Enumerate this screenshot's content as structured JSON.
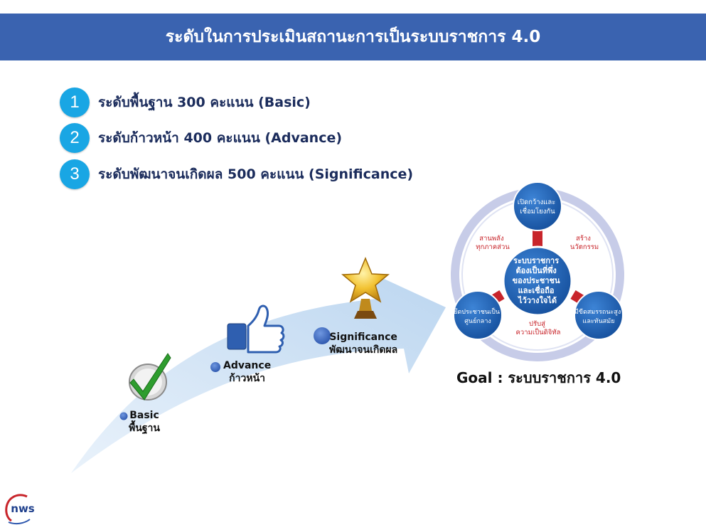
{
  "header": {
    "title": "ระดับในการประเมินสถานะการเป็นระบบราชการ 4.0"
  },
  "levels": [
    {
      "number": "1",
      "label": "ระดับพื้นฐาน  300 คะแนน (Basic)"
    },
    {
      "number": "2",
      "label": "ระดับก้าวหน้า 400 คะแนน (Advance)"
    },
    {
      "number": "3",
      "label": "ระดับพัฒนาจนเกิดผล 500 คะแนน (Significance)"
    }
  ],
  "stages": [
    {
      "en": "Basic",
      "th": "พื้นฐาน",
      "icon": "checkmark-icon"
    },
    {
      "en": "Advance",
      "th": "ก้าวหน้า",
      "icon": "thumbs-up-icon"
    },
    {
      "en": "Significance",
      "th": "พัฒนาจนเกิดผล",
      "icon": "star-trophy-icon"
    }
  ],
  "diagram": {
    "center": [
      "ระบบราชการ",
      "ต้องเป็นที่พึ่ง",
      "ของประชาชน",
      "และเชื่อถือ",
      "ไว้วางใจได้"
    ],
    "top_node": [
      "เปิดกว้างและ",
      "เชื่อมโยงกัน"
    ],
    "left_node": [
      "ยึดประชาชนเป็น",
      "ศูนย์กลาง"
    ],
    "right_node": [
      "มีขีดสมรรถนะสูง",
      "และทันสมัย"
    ],
    "label_top_left": [
      "สานพลัง",
      "ทุกภาคส่วน"
    ],
    "label_top_right": [
      "สร้าง",
      "นวัตกรรม"
    ],
    "label_bottom": [
      "ปรับสู่",
      "ความเป็นดิจิทัล"
    ]
  },
  "goal": "Goal : ระบบราชการ 4.0",
  "logo": {
    "text": "nws"
  },
  "colors": {
    "banner": "#3a63b0",
    "number_circle": "#19a6e4",
    "node_blue": "#1e5fb0",
    "accent_red": "#c8252b",
    "arrow": "#cfe2f5"
  }
}
